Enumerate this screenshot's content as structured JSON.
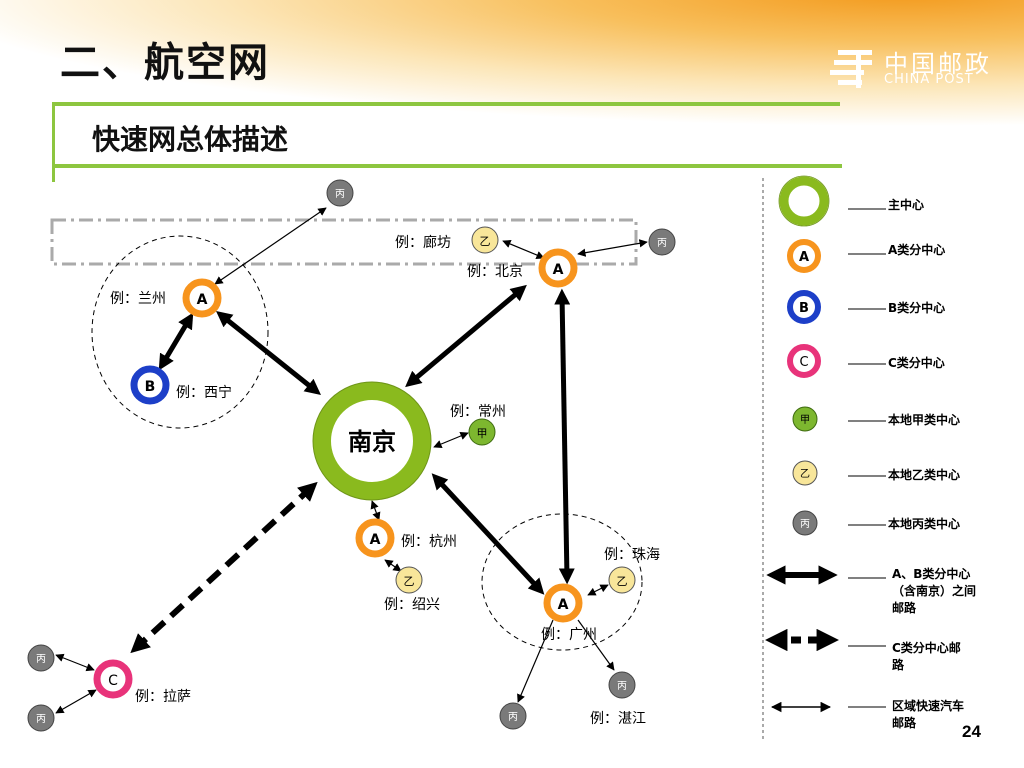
{
  "header": {
    "title": "二、航空网",
    "subtitle": "快速网总体描述",
    "logo_cn": "中国邮政",
    "logo_en": "CHINA POST"
  },
  "diagram": {
    "center_label": "南京",
    "node_letters": {
      "a": "A",
      "b": "B",
      "c": "C",
      "jia": "甲",
      "yi": "乙",
      "bing": "丙"
    },
    "examples": {
      "langfang": "例：廊坊",
      "beijing": "例：北京",
      "lanzhou": "例：兰州",
      "xining": "例：西宁",
      "changzhou": "例：常州",
      "hangzhou": "例：杭州",
      "shaoxing": "例：绍兴",
      "zhuhai": "例：珠海",
      "guangzhou": "例：广州",
      "lasa": "例：拉萨",
      "zhanjiang": "例：湛江"
    }
  },
  "legend": {
    "items": [
      {
        "key": "main",
        "label": "主中心"
      },
      {
        "key": "a",
        "label": "A类分中心"
      },
      {
        "key": "b",
        "label": "B类分中心"
      },
      {
        "key": "c",
        "label": "C类分中心"
      },
      {
        "key": "jia",
        "label": "本地甲类中心"
      },
      {
        "key": "yi",
        "label": "本地乙类中心"
      },
      {
        "key": "bing",
        "label": "本地丙类中心"
      }
    ],
    "route_ab": [
      "A、B类分中心",
      "（含南京）之间",
      "邮路"
    ],
    "route_c": [
      "C类分中心邮",
      "路"
    ],
    "route_truck": [
      "区域快速汽车",
      "邮路"
    ]
  },
  "colors": {
    "green": "#8ABA1E",
    "orange": "#F7941D",
    "blue": "#1D3FC8",
    "pink": "#E8337A",
    "light_green": "#7DB72F",
    "light_yellow": "#F8E69A",
    "gray": "#7A7A7A"
  },
  "page_number": "24"
}
